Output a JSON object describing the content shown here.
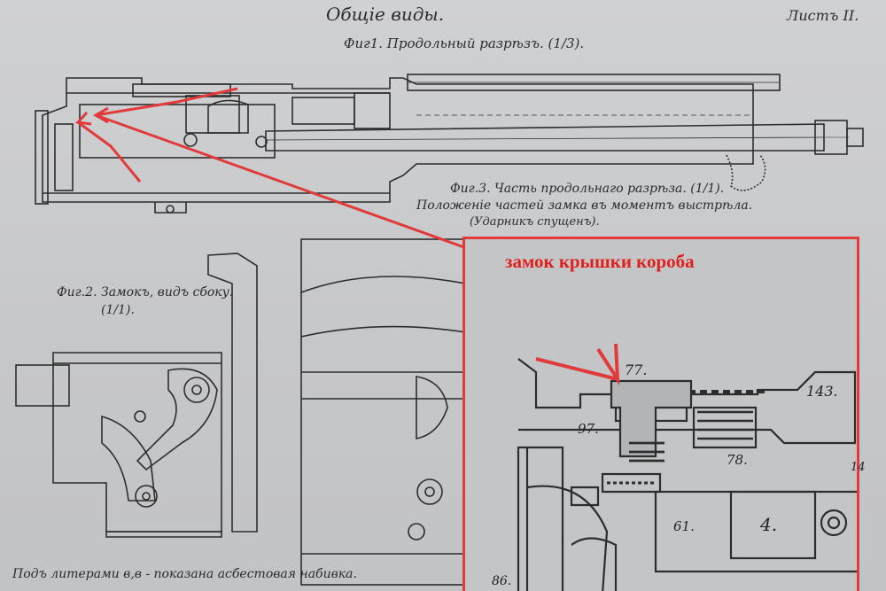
{
  "sheet": {
    "title": "Общіе виды.",
    "sheet_number": "Листъ II."
  },
  "fig1": {
    "caption": "Фиг1. Продольный разрѣзъ. (1/3)."
  },
  "fig3": {
    "caption": "Фиг.3. Часть продольнаго разрѣза. (1/1).",
    "subcaption": "Положеніе частей замка въ моментъ выстрѣла.",
    "note": "(Ударникъ спущенъ)."
  },
  "fig2": {
    "caption": "Фиг.2. Замокъ, видъ сбоку.",
    "scale": "(1/1)."
  },
  "footer": {
    "note": "Подъ литерами в,в - показана асбестовая набивка."
  },
  "inset": {
    "label": "замок крышки короба",
    "numbers": {
      "n77": "77.",
      "n143": "143.",
      "n97": "97.",
      "n78": "78.",
      "n14": "14",
      "n61": "61.",
      "n4": "4.",
      "n86": "86."
    }
  },
  "colors": {
    "accent": "#e23a3a",
    "paper": "#c9cacc",
    "ink": "#2b2b2b"
  }
}
